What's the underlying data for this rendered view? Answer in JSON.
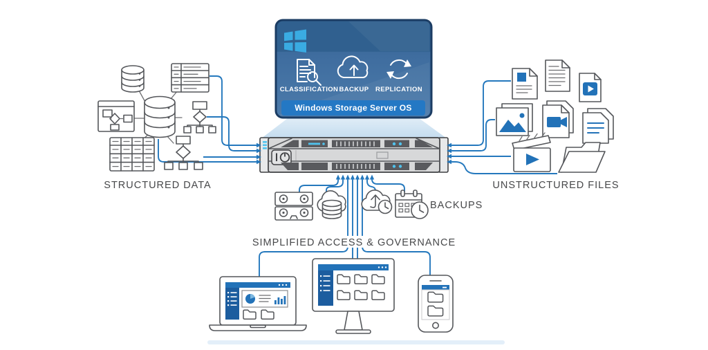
{
  "os_card": {
    "title": "Windows Storage Server OS",
    "logo": "windows-logo",
    "features": [
      {
        "label": "CLASSIFICATION",
        "icon": "document-search-icon"
      },
      {
        "label": "BACKUP",
        "icon": "cloud-upload-icon"
      },
      {
        "label": "REPLICATION",
        "icon": "sync-arrows-icon"
      }
    ]
  },
  "server": {
    "name": "storage-server-rack-unit"
  },
  "sections": {
    "structured_data": {
      "label": "STRUCTURED DATA",
      "icons": [
        "database-small",
        "table-list",
        "query-window",
        "database-main",
        "org-chart",
        "table-grid",
        "org-chart-large"
      ]
    },
    "unstructured_files": {
      "label": "UNSTRUCTURED FILES",
      "icons": [
        "image-document",
        "text-document",
        "video-file",
        "photo-stack",
        "video-document",
        "text-document-stack",
        "film-clapper",
        "open-folder"
      ]
    },
    "backups": {
      "label": "BACKUPS",
      "icons": [
        "tape-drives",
        "cloud-database",
        "cloud-upload-clock",
        "calendar-clock"
      ]
    },
    "governance": {
      "label": "SIMPLIFIED ACCESS & GOVERNANCE",
      "devices": [
        "laptop",
        "desktop-monitor",
        "smartphone"
      ]
    }
  },
  "colors": {
    "accent_blue": "#2272b8",
    "line_blue": "#2478bd",
    "logo_light_blue": "#3aabe2",
    "card_border_navy": "#1b3c63",
    "card_blue": "#3e6c9e",
    "banner_blue": "#2478c4",
    "outline_gray": "#54565a",
    "text_gray": "#47484a",
    "server_gray": "#d7d8d9",
    "led_blue": "#4fc3ee"
  }
}
